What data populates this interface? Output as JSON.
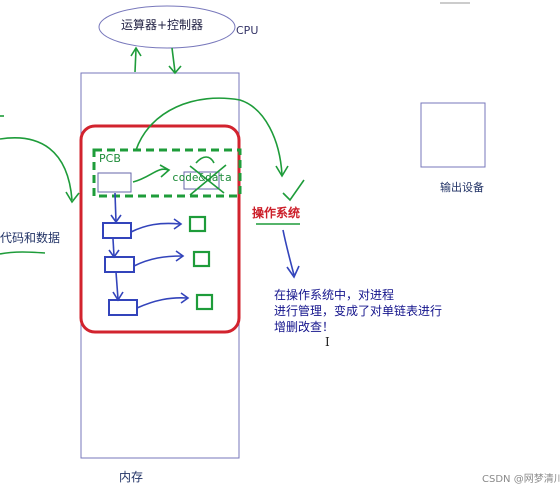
{
  "labels": {
    "cpu_ellipse": "运算器+控制器",
    "cpu": "CPU",
    "pcb": "PCB",
    "code_data": "code&data",
    "os": "操作系统",
    "left_fragment": "代码和数据",
    "output_device": "输出设备",
    "memory": "内存",
    "cursor": "I",
    "watermark": "CSDN @网梦清川"
  },
  "note": [
    "在操作系统中，对进程",
    "进行管理，变成了对单链表进行",
    "增删改查！"
  ],
  "colors": {
    "blue": "#3344bb",
    "green": "#1e9c3a",
    "red": "#d2232e",
    "frame": "#7777bb"
  }
}
